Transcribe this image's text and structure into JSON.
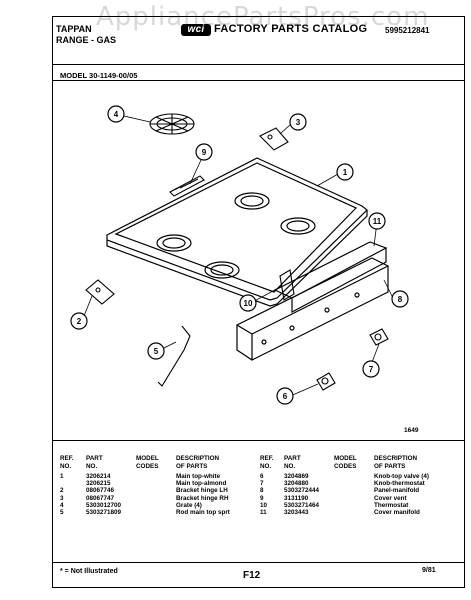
{
  "header": {
    "brand_line1": "TAPPAN",
    "brand_line2": "RANGE - GAS",
    "catalog_title": "FACTORY PARTS CATALOG",
    "catalog_number": "5995212841",
    "watermark": "AppliancePartsPros.com"
  },
  "model_line": "MODEL 30-1149-00/05",
  "diagram": {
    "diagram_id": "1649",
    "callouts": [
      "1",
      "2",
      "3",
      "4",
      "5",
      "6",
      "7",
      "8",
      "9",
      "10",
      "11"
    ]
  },
  "parts_table": {
    "headers": {
      "ref_no": [
        "REF.",
        "NO."
      ],
      "part_no": [
        "PART",
        "NO."
      ],
      "model_codes": [
        "MODEL",
        "CODES"
      ],
      "description": [
        "DESCRIPTION",
        "OF PARTS"
      ]
    },
    "left": [
      {
        "ref": "1",
        "part": "3206214",
        "codes": "",
        "desc": "Main top-white"
      },
      {
        "ref": "",
        "part": "3206215",
        "codes": "",
        "desc": "Main top-almond"
      },
      {
        "ref": "2",
        "part": "08067746",
        "codes": "",
        "desc": "Bracket hinge LH"
      },
      {
        "ref": "3",
        "part": "08067747",
        "codes": "",
        "desc": "Bracket hinge RH"
      },
      {
        "ref": "4",
        "part": "5303012700",
        "codes": "",
        "desc": "Grate (4)"
      },
      {
        "ref": "5",
        "part": "5303271809",
        "codes": "",
        "desc": "Rod main top sprt"
      }
    ],
    "right": [
      {
        "ref": "6",
        "part": "3204869",
        "codes": "",
        "desc": "Knob-top valve (4)"
      },
      {
        "ref": "7",
        "part": "3204880",
        "codes": "",
        "desc": "Knob-thermostat"
      },
      {
        "ref": "8",
        "part": "5303272444",
        "codes": "",
        "desc": "Panel-manifold"
      },
      {
        "ref": "9",
        "part": "3131190",
        "codes": "",
        "desc": "Cover vent"
      },
      {
        "ref": "10",
        "part": "5303271464",
        "codes": "",
        "desc": "Thermostat"
      },
      {
        "ref": "11",
        "part": "3203443",
        "codes": "",
        "desc": "Cover manifold"
      }
    ]
  },
  "footer": {
    "footnote": "* = Not Illustrated",
    "page_code": "F12",
    "date": "9/81"
  }
}
